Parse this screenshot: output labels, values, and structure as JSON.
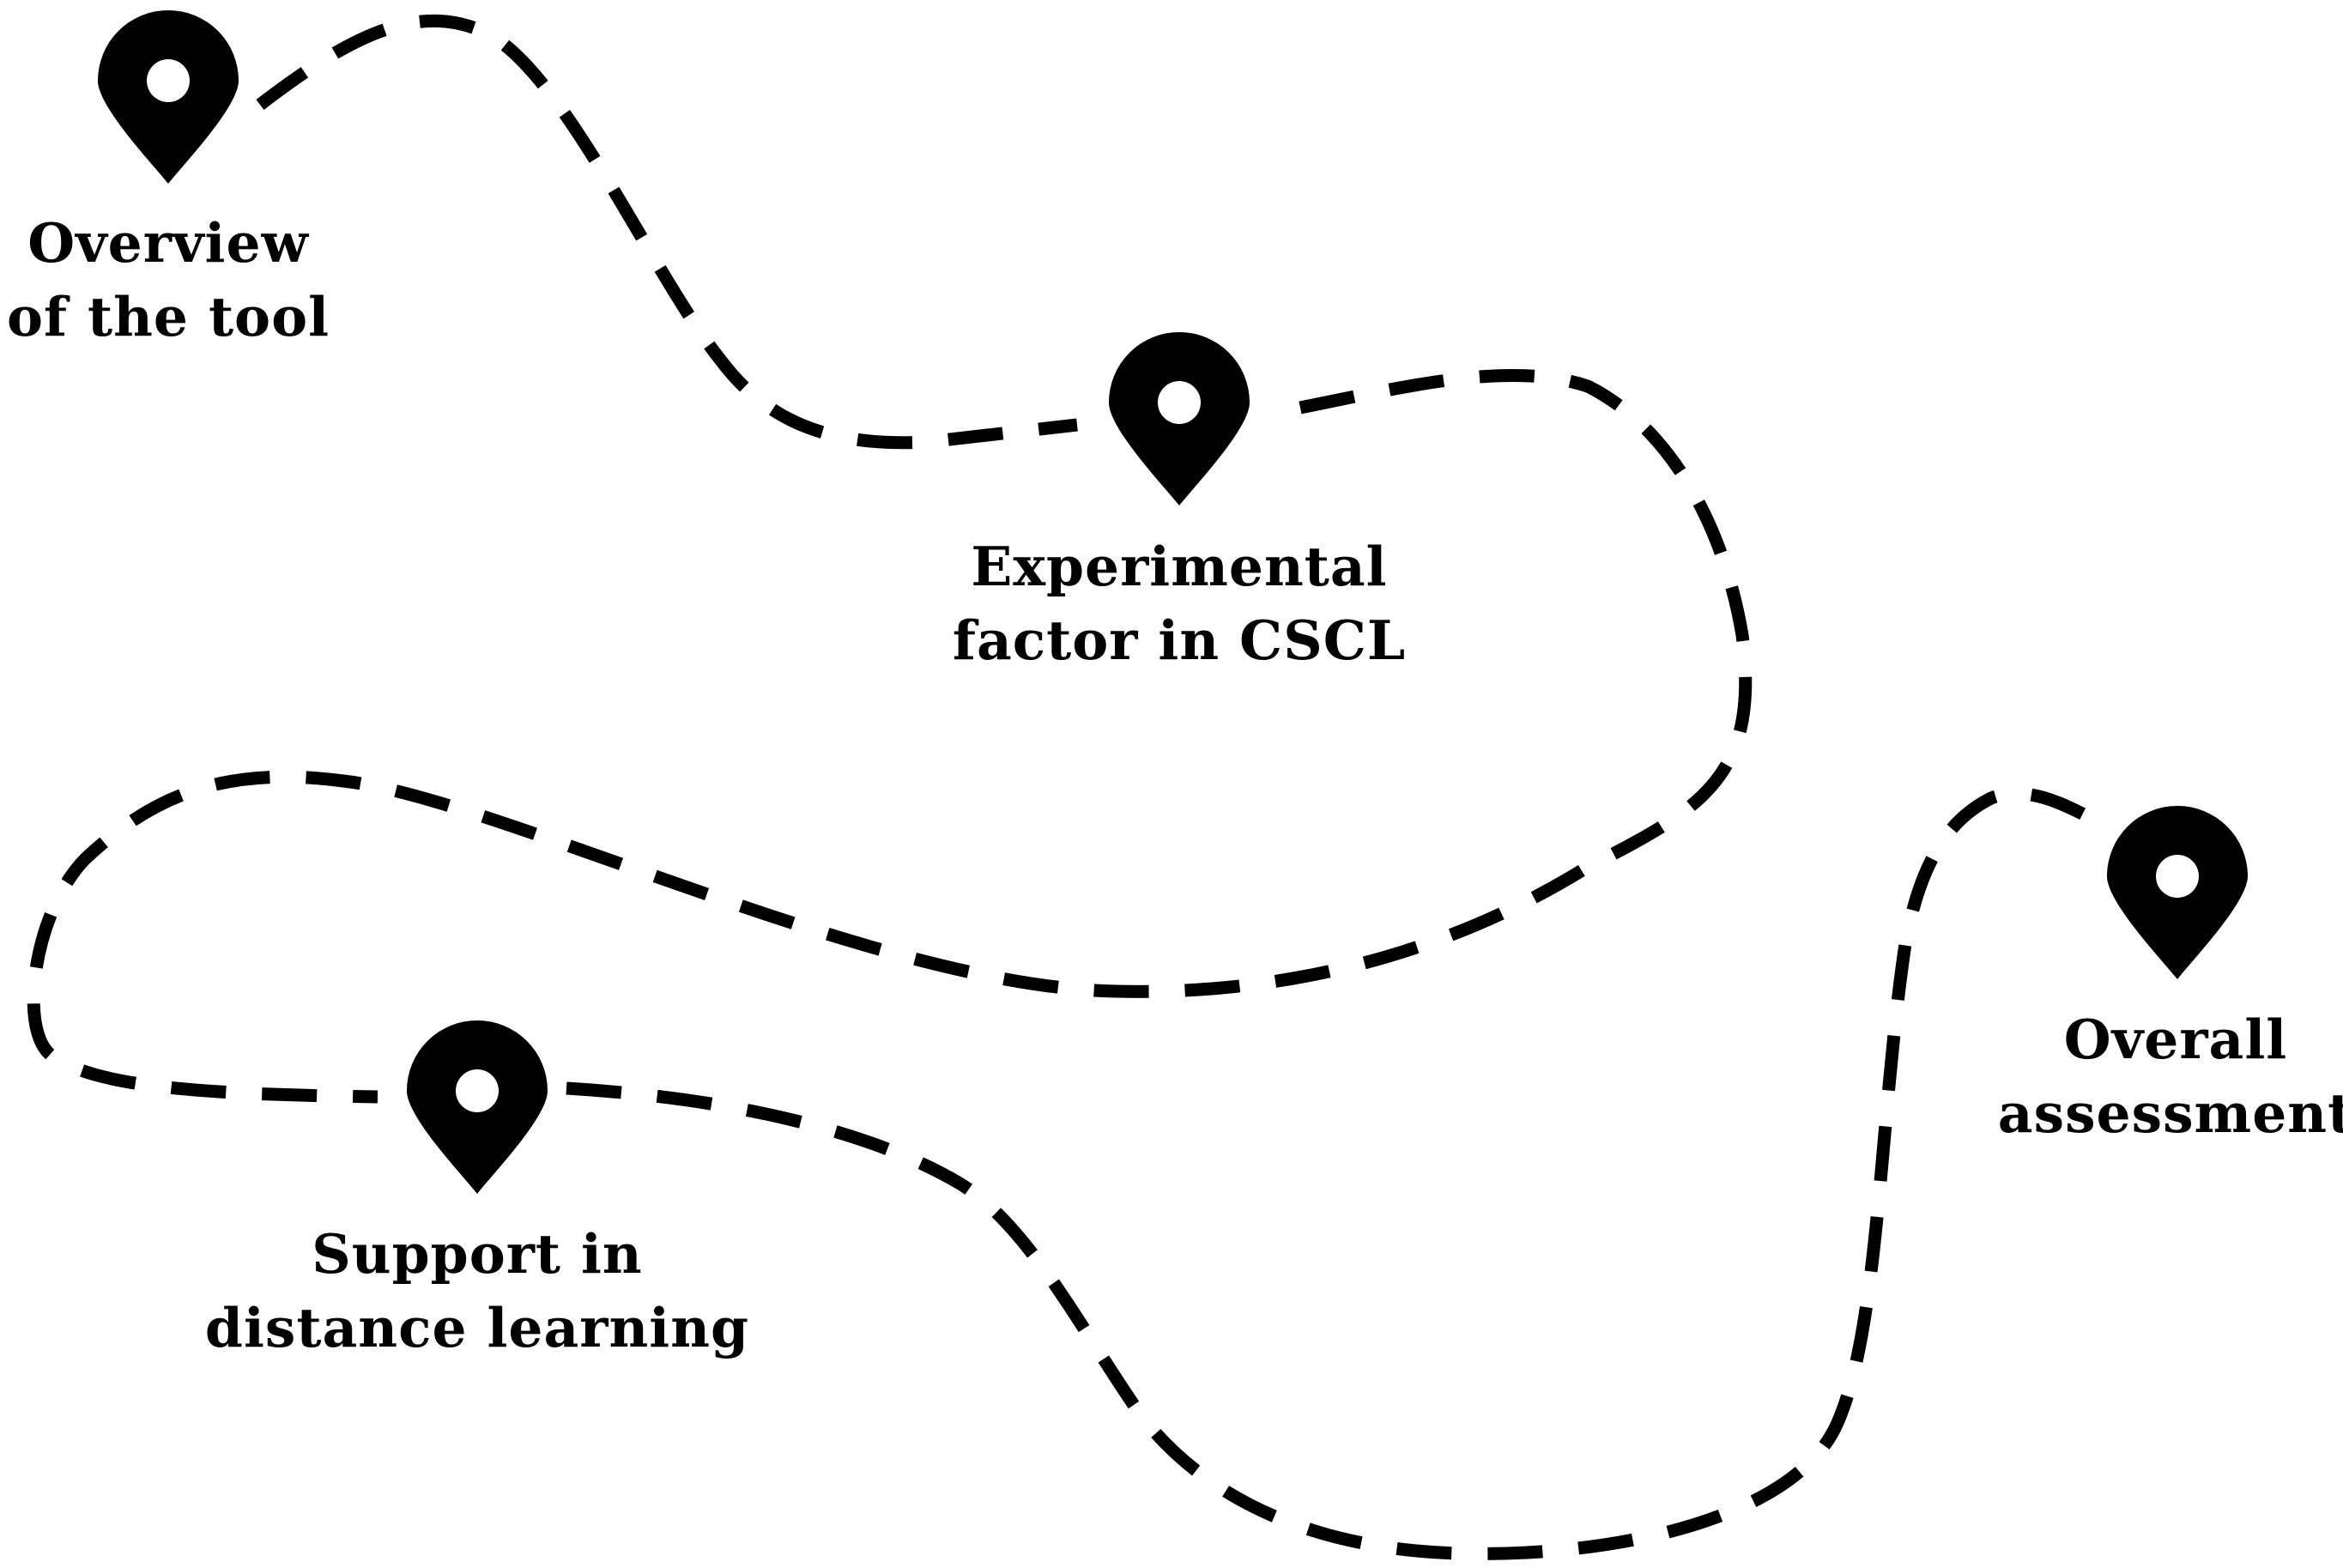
{
  "milestones": [
    {
      "id": "overview",
      "lines": [
        "Overview",
        "of the tool"
      ],
      "icon": "map-pin-icon"
    },
    {
      "id": "experimental",
      "lines": [
        "Experimental",
        "factor in CSCL"
      ],
      "icon": "map-pin-icon"
    },
    {
      "id": "support",
      "lines": [
        "Support in",
        "distance learning"
      ],
      "icon": "map-pin-icon"
    },
    {
      "id": "assessment",
      "lines": [
        "Overall",
        "assessment"
      ],
      "icon": "map-pin-icon"
    }
  ],
  "colors": {
    "ink": "#000000",
    "background": "#ffffff"
  }
}
